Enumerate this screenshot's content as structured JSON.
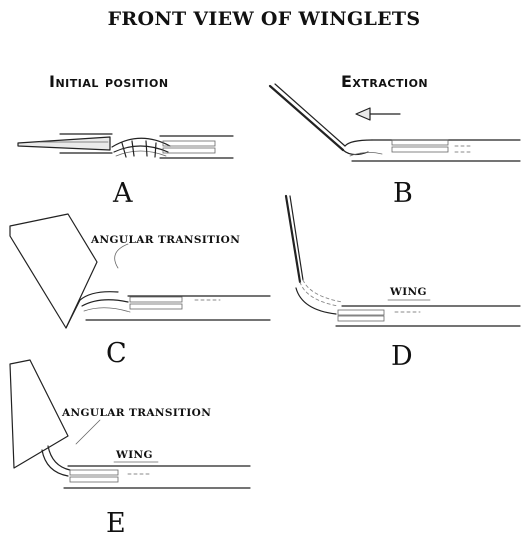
{
  "title": "FRONT VIEW OF WINGLETS",
  "headings": {
    "initial": "Initial position",
    "extraction": "Extraction"
  },
  "panels": {
    "a": "A",
    "b": "B",
    "c": "C",
    "d": "D",
    "e": "E"
  },
  "annotations": {
    "c_transition": "ANGULAR TRANSITION",
    "d_wing": "WING",
    "e_transition": "ANGULAR TRANSITION",
    "e_wing": "WING"
  }
}
